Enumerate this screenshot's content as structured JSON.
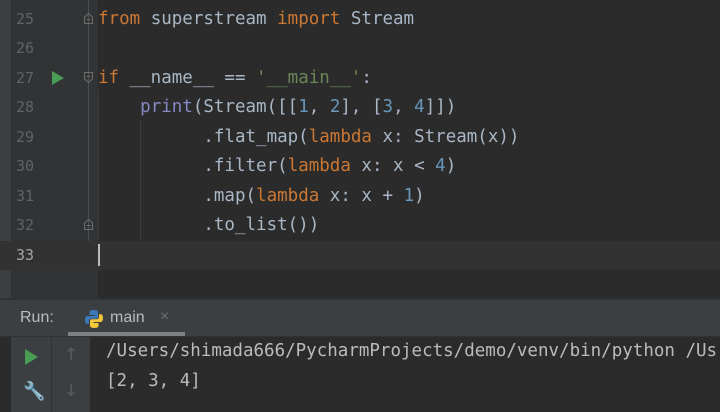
{
  "editor": {
    "lines": [
      {
        "number": "25",
        "tokens": [
          {
            "t": "from",
            "c": "kw"
          },
          {
            "t": " superstream ",
            "c": ""
          },
          {
            "t": "import",
            "c": "kw"
          },
          {
            "t": " Stream",
            "c": ""
          }
        ]
      },
      {
        "number": "26",
        "tokens": []
      },
      {
        "number": "27",
        "tokens": [
          {
            "t": "if",
            "c": "kw"
          },
          {
            "t": " __name__ == ",
            "c": ""
          },
          {
            "t": "'__main__'",
            "c": "str"
          },
          {
            "t": ":",
            "c": ""
          }
        ]
      },
      {
        "number": "28",
        "tokens": [
          {
            "t": "    ",
            "c": ""
          },
          {
            "t": "print",
            "c": "bi"
          },
          {
            "t": "(Stream([[",
            "c": ""
          },
          {
            "t": "1",
            "c": "num"
          },
          {
            "t": ", ",
            "c": ""
          },
          {
            "t": "2",
            "c": "num"
          },
          {
            "t": "], [",
            "c": ""
          },
          {
            "t": "3",
            "c": "num"
          },
          {
            "t": ", ",
            "c": ""
          },
          {
            "t": "4",
            "c": "num"
          },
          {
            "t": "]])",
            "c": ""
          }
        ]
      },
      {
        "number": "29",
        "tokens": [
          {
            "t": "          .flat_map(",
            "c": ""
          },
          {
            "t": "lambda",
            "c": "kw"
          },
          {
            "t": " x: Stream(x))",
            "c": ""
          }
        ]
      },
      {
        "number": "30",
        "tokens": [
          {
            "t": "          .filter(",
            "c": ""
          },
          {
            "t": "lambda",
            "c": "kw"
          },
          {
            "t": " x: x < ",
            "c": ""
          },
          {
            "t": "4",
            "c": "num"
          },
          {
            "t": ")",
            "c": ""
          }
        ]
      },
      {
        "number": "31",
        "tokens": [
          {
            "t": "          .map(",
            "c": ""
          },
          {
            "t": "lambda",
            "c": "kw"
          },
          {
            "t": " x: x + ",
            "c": ""
          },
          {
            "t": "1",
            "c": "num"
          },
          {
            "t": ")",
            "c": ""
          }
        ]
      },
      {
        "number": "32",
        "tokens": [
          {
            "t": "          .to_list())",
            "c": ""
          }
        ]
      },
      {
        "number": "33",
        "tokens": []
      }
    ]
  },
  "run_panel": {
    "label": "Run:",
    "tab_label": "main",
    "tab_close": "×",
    "console": {
      "command_line": "/Users/shimada666/PycharmProjects/demo/venv/bin/python /Us",
      "output_line": "[2, 3, 4]"
    }
  }
}
